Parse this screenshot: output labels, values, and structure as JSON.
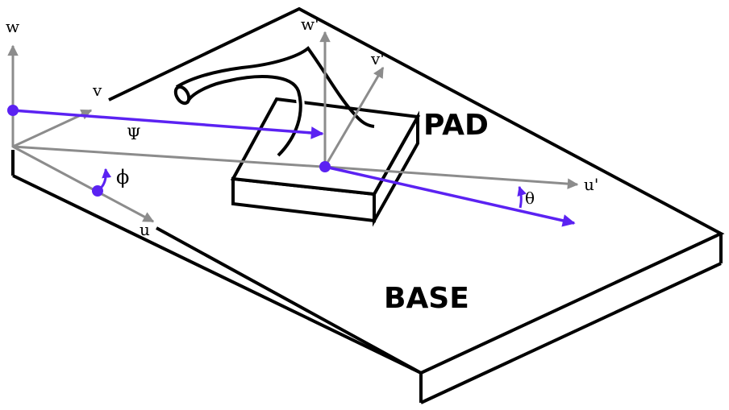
{
  "labels": {
    "w": "w",
    "v": "v",
    "u": "u",
    "w_prime": "w'",
    "v_prime": "v'",
    "u_prime": "u'",
    "psi": "Ψ",
    "phi": "ϕ",
    "theta": "θ",
    "pad": "PAD",
    "base": "BASE"
  },
  "colors": {
    "axis": "#8c8c8c",
    "highlight": "#5b22f2",
    "line": "#000000",
    "background": "#ffffff"
  }
}
